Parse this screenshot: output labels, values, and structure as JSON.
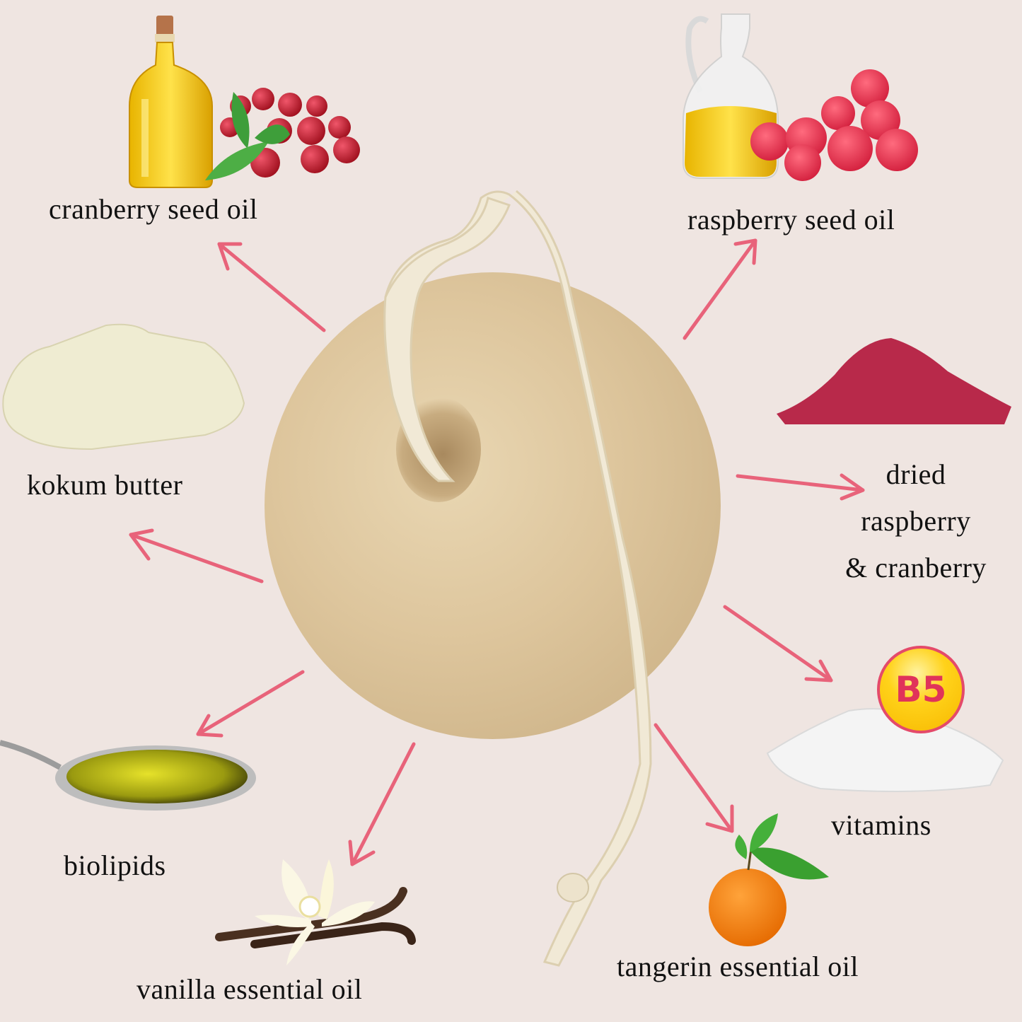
{
  "background_color": "#EFE5E1",
  "arrow_color": "#E8637A",
  "center_product": {
    "name": "round-soap-bar-with-cotton-cord",
    "soap_color": "#DDC59C",
    "cord_color": "#F1E9D6"
  },
  "ingredients": [
    {
      "id": "cranberry-seed-oil",
      "label": "cranberry seed oil",
      "image": "oil-bottle-with-cranberries"
    },
    {
      "id": "raspberry-seed-oil",
      "label": "raspberry seed oil",
      "image": "oil-jug-with-raspberries"
    },
    {
      "id": "kokum-butter",
      "label": "kokum butter",
      "image": "butter-chunk"
    },
    {
      "id": "dried-raspberry-cranberry",
      "label_lines": [
        "dried",
        "raspberry",
        "& cranberry"
      ],
      "image": "red-berry-powder-pile"
    },
    {
      "id": "biolipids",
      "label": "biolipids",
      "image": "spoon-of-oil"
    },
    {
      "id": "vitamins",
      "label": "vitamins",
      "badge": "B5",
      "image": "white-powder-pile"
    },
    {
      "id": "vanilla-essential-oil",
      "label": "vanilla essential oil",
      "image": "vanilla-flower-and-pods"
    },
    {
      "id": "tangerin-essential-oil",
      "label": "tangerin essential oil",
      "image": "tangerine-with-leaves"
    }
  ]
}
